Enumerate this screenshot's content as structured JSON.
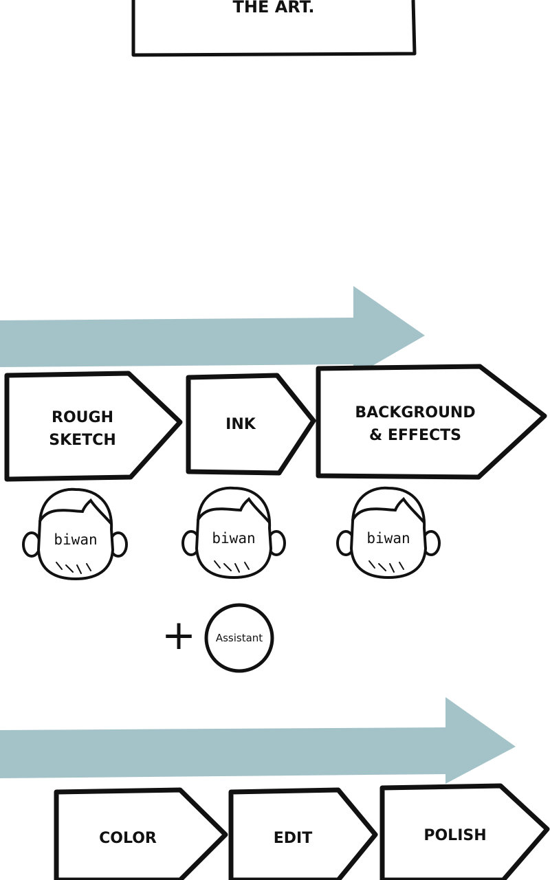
{
  "caption_box": {
    "text": "THE ART."
  },
  "top_row": {
    "steps": [
      {
        "lines": [
          "ROUGH",
          "SKETCH"
        ]
      },
      {
        "lines": [
          "INK"
        ]
      },
      {
        "lines": [
          "BACKGROUND",
          "& EFFECTS"
        ]
      }
    ],
    "artists": [
      "biwan",
      "biwan",
      "biwan"
    ],
    "plus_sign": "+",
    "assistant_label": "Assistant"
  },
  "bottom_row": {
    "steps": [
      {
        "lines": [
          "COLOR"
        ]
      },
      {
        "lines": [
          "EDIT"
        ]
      },
      {
        "lines": [
          "POLISH"
        ]
      }
    ]
  },
  "colors": {
    "arrow": "#a4c3c9",
    "ink": "#111111",
    "background": "#ffffff"
  }
}
